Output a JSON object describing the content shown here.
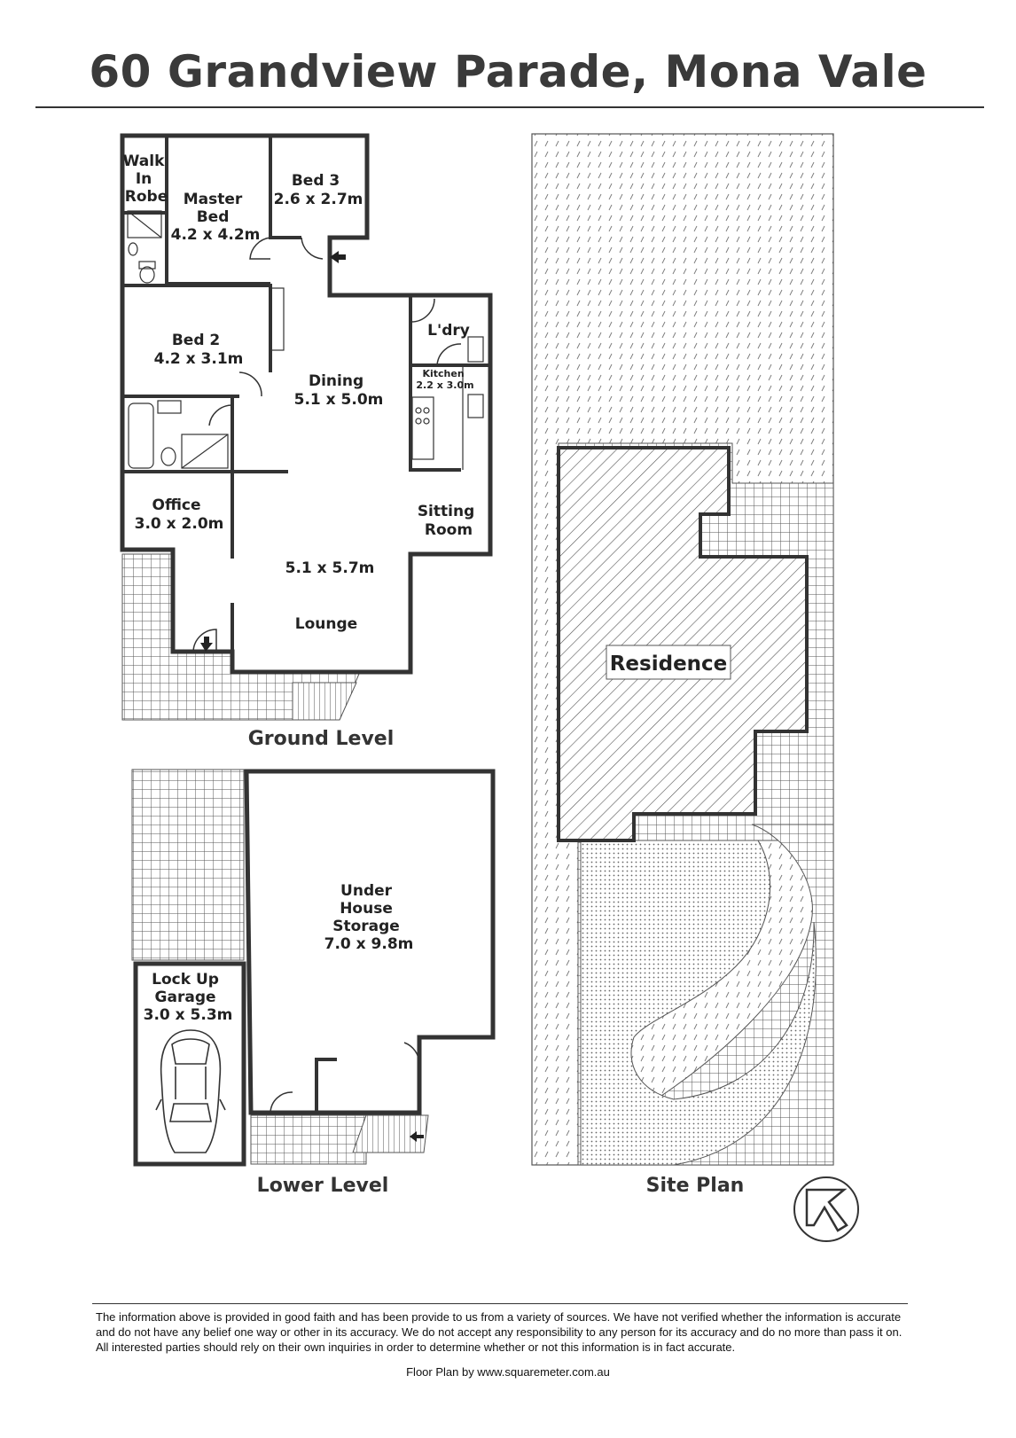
{
  "title": "60 Grandview Parade, Mona Vale",
  "ground": {
    "caption": "Ground Level",
    "rooms": {
      "walk_in_robe": [
        "Walk",
        "In",
        "Robe"
      ],
      "master_bed": [
        "Master",
        "Bed",
        "4.2 x 4.2m"
      ],
      "bed3": [
        "Bed 3",
        "2.6 x 2.7m"
      ],
      "bed2": [
        "Bed 2",
        "4.2 x 3.1m"
      ],
      "laundry": "L'dry",
      "kitchen": [
        "Kitchen",
        "2.2 x 3.0m"
      ],
      "dining": [
        "Dining",
        "5.1 x 5.0m"
      ],
      "office": [
        "Office",
        "3.0 x 2.0m"
      ],
      "sitting_room": [
        "Sitting",
        "Room"
      ],
      "lounge_size": "5.1 x 5.7m",
      "lounge": "Lounge"
    }
  },
  "lower": {
    "caption": "Lower Level",
    "rooms": {
      "storage": [
        "Under",
        "House",
        "Storage",
        "7.0 x 9.8m"
      ],
      "garage": [
        "Lock Up",
        "Garage",
        "3.0 x 5.3m"
      ]
    }
  },
  "site": {
    "caption": "Site Plan",
    "residence_label": "Residence"
  },
  "disclaimer": "The information above is provided in good faith and has been provide to us from a variety of sources. We have not verified whether the information is accurate and do not have any belief one way or other in its accuracy. We do not accept any responsibility to any person for its accuracy and do no more than pass it on. All interested parties should rely on their own inquiries in order to determine whether or not this information is in fact accurate.",
  "credit": "Floor Plan by www.squaremeter.com.au",
  "colors": {
    "wall": "#333333",
    "text": "#222222"
  }
}
